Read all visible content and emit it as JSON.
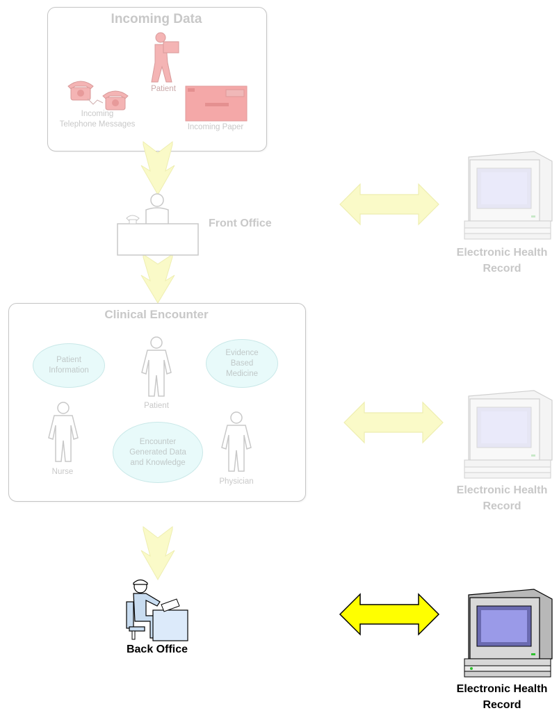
{
  "incoming": {
    "title": "Incoming Data",
    "patient_label": "Patient",
    "phone_label_line1": "Incoming",
    "phone_label_line2": "Telephone Messages",
    "paper_label": "Incoming Paper"
  },
  "front_office": {
    "label": "Front Office"
  },
  "clinical": {
    "title": "Clinical Encounter",
    "patient_info_line1": "Patient",
    "patient_info_line2": "Information",
    "evidence_line1": "Evidence",
    "evidence_line2": "Based",
    "evidence_line3": "Medicine",
    "encounter_line1": "Encounter",
    "encounter_line2": "Generated Data",
    "encounter_line3": "and Knowledge",
    "patient_label": "Patient",
    "nurse_label": "Nurse",
    "physician_label": "Physician"
  },
  "back_office": {
    "label": "Back Office"
  },
  "ehr": [
    {
      "line1": "Electronic Health",
      "line2": "Record",
      "state": "faded"
    },
    {
      "line1": "Electronic Health",
      "line2": "Record",
      "state": "faded"
    },
    {
      "line1": "Electronic Health",
      "line2": "Record",
      "state": "active"
    }
  ],
  "colors": {
    "arrow_faded": "#fafac8",
    "arrow_active": "#ffff00",
    "icon_red_faded": "#f4b4b4",
    "figure_outline_faded": "#c8c8c8",
    "ellipse_fill": "#e8fafa"
  }
}
